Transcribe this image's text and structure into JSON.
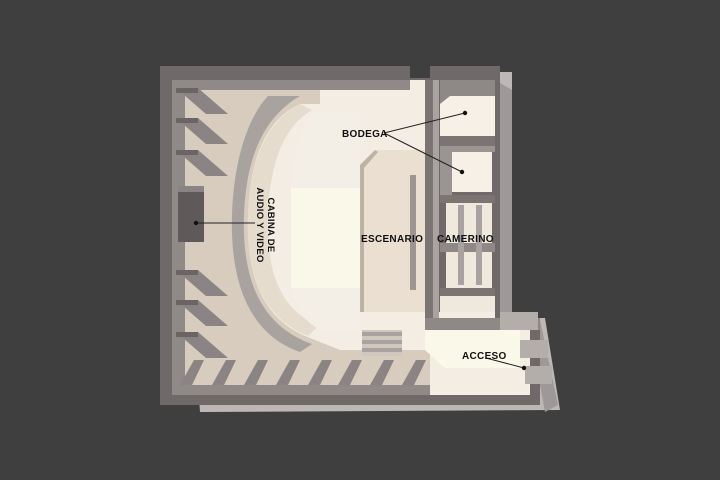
{
  "labels": {
    "bodega": "BODEGA",
    "cabina_line1": "CABINA DE",
    "cabina_line2": "AUDIO Y VIDEO",
    "escenario": "ESCENARIO",
    "camerino": "CAMERINO",
    "acceso": "ACCESO"
  },
  "colors": {
    "background": "#3f3f3f",
    "outer_wall": "#6f6a69",
    "wall_shadow": "#8a8584",
    "seating_floor": "#d7ccbd",
    "stage": "#eadfd0",
    "light_floor": "#f3ede3",
    "pale_area": "#faf8e8"
  }
}
